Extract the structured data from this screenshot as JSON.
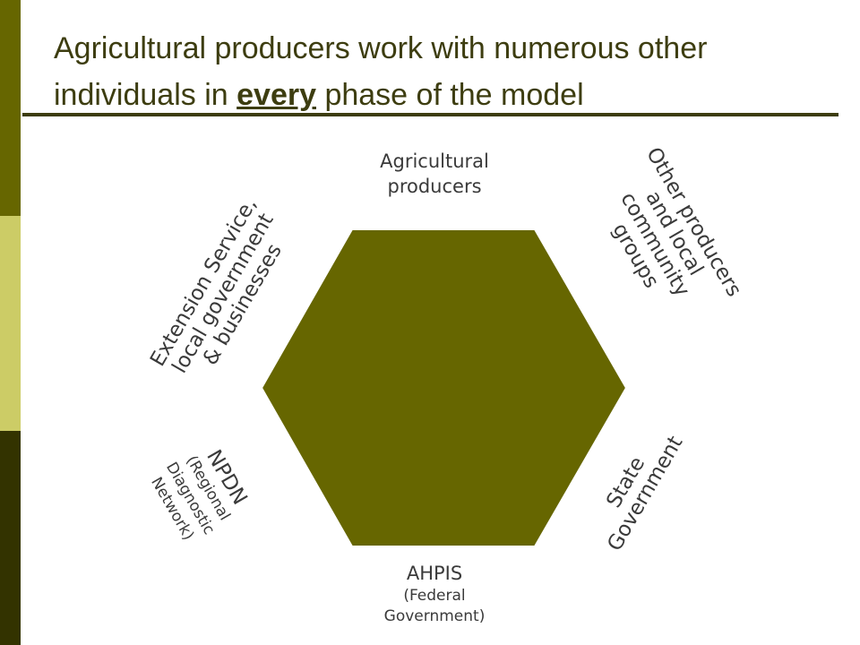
{
  "colors": {
    "bar_top": "#666600",
    "bar_mid": "#cccc66",
    "bar_bot": "#333300",
    "hexagon": "#666600",
    "title_text": "#3d3d10"
  },
  "title": {
    "before": "Agricultural producers work with numerous other individuals in ",
    "emphasis": "every",
    "after": " phase of the model"
  },
  "hexagon_labels": {
    "top": {
      "lines": [
        "Agricultural",
        "producers"
      ]
    },
    "top_right": {
      "lines": [
        "Other producers",
        "and local",
        "community",
        "groups"
      ]
    },
    "bottom_right": {
      "lines": [
        "State",
        "Government"
      ]
    },
    "bottom": {
      "name": "AHPIS",
      "detail": [
        "(Federal",
        "Government)"
      ]
    },
    "bottom_left": {
      "name": "NPDN",
      "detail": [
        "(Regional",
        "Diagnostic",
        "Network)"
      ]
    },
    "top_left": {
      "lines": [
        "Extension Service,",
        "local government",
        "& businesses"
      ]
    }
  }
}
